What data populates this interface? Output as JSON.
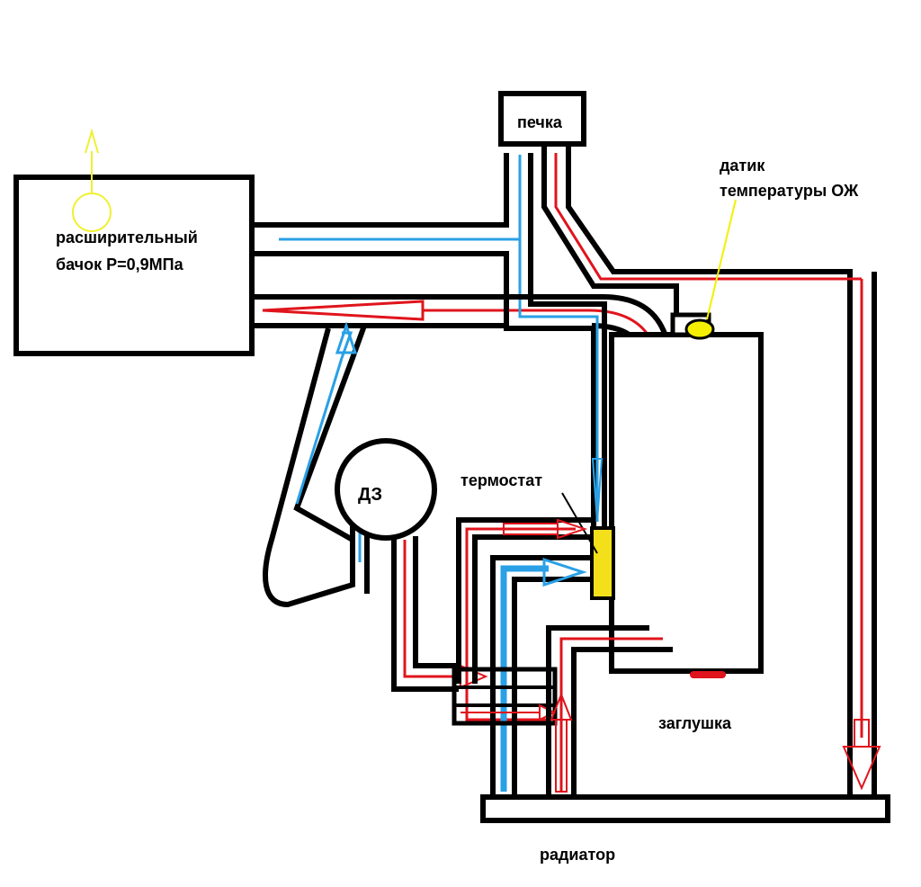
{
  "labels": {
    "heater": "печка",
    "sensor_line1": "датик",
    "sensor_line2": "температуры ОЖ",
    "tank_line1": "расширительный",
    "tank_line2": "бачок Р=0,9МПа",
    "thermostat": "термостат",
    "dz": "ДЗ",
    "plug": "заглушка",
    "radiator": "радиатор"
  },
  "colors": {
    "pipe": "#000000",
    "cold_flow": "#2aa0e6",
    "hot_flow": "#e0141c",
    "thermostat": "#f4e01a",
    "sensor": "#f4f000",
    "vent_arrow": "#f0f030",
    "plug": "#e0141c"
  }
}
